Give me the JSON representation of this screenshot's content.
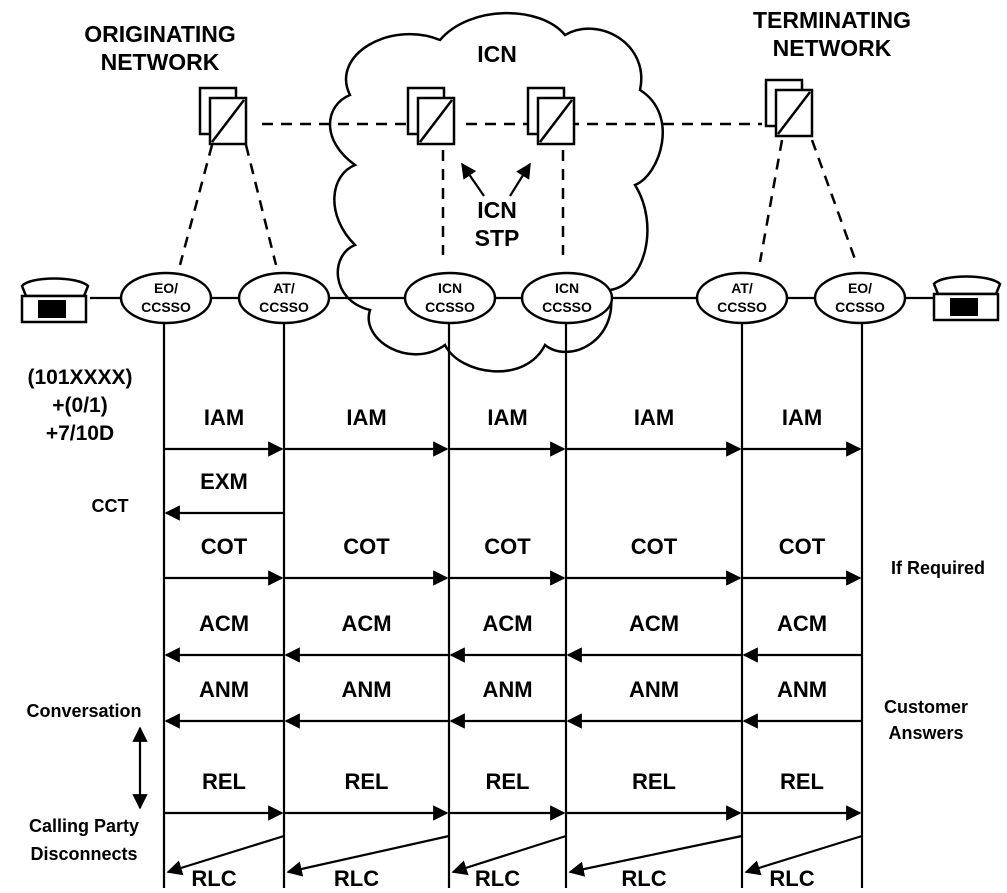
{
  "headers": {
    "originating": [
      "ORIGINATING",
      "NETWORK"
    ],
    "icn": "ICN",
    "terminating": [
      "TERMINATING",
      "NETWORK"
    ],
    "icn_stp": [
      "ICN",
      "STP"
    ]
  },
  "nodes": [
    {
      "line1": "EO/",
      "line2": "CCSSO"
    },
    {
      "line1": "AT/",
      "line2": "CCSSO"
    },
    {
      "line1": "ICN",
      "line2": "CCSSO"
    },
    {
      "line1": "ICN",
      "line2": "CCSSO"
    },
    {
      "line1": "AT/",
      "line2": "CCSSO"
    },
    {
      "line1": "EO/",
      "line2": "CCSSO"
    }
  ],
  "left_notes": {
    "dial": [
      "(101XXXX)",
      "+(0/1)",
      "+7/10D"
    ],
    "cct": "CCT",
    "conversation": "Conversation",
    "calling_party": [
      "Calling Party",
      "Disconnects"
    ]
  },
  "right_notes": {
    "if_required": "If Required",
    "customer_answers": [
      "Customer",
      "Answers"
    ]
  },
  "messages": [
    {
      "label": "IAM",
      "dir": "right",
      "hops": [
        0,
        1,
        2,
        3,
        4
      ]
    },
    {
      "label": "EXM",
      "dir": "left",
      "hops": [
        0
      ]
    },
    {
      "label": "COT",
      "dir": "right",
      "hops": [
        0,
        1,
        2,
        3,
        4
      ]
    },
    {
      "label": "ACM",
      "dir": "left",
      "hops": [
        0,
        1,
        2,
        3,
        4
      ]
    },
    {
      "label": "ANM",
      "dir": "left",
      "hops": [
        0,
        1,
        2,
        3,
        4
      ]
    },
    {
      "label": "REL",
      "dir": "right",
      "hops": [
        0,
        1,
        2,
        3,
        4
      ]
    },
    {
      "label": "RLC",
      "dir": "left",
      "hops": [
        0,
        1,
        2,
        3,
        4
      ]
    }
  ]
}
